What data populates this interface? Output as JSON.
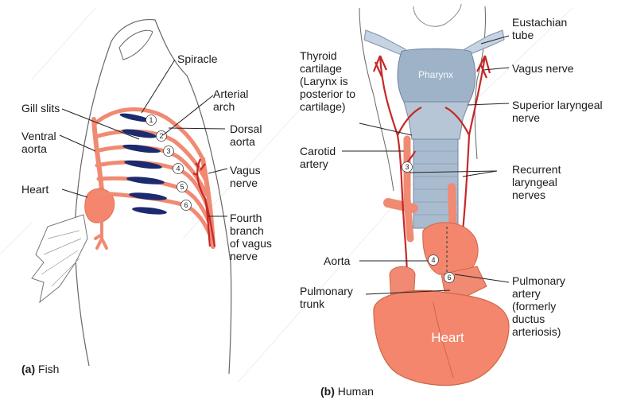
{
  "fish": {
    "caption_letter": "(a)",
    "caption_text": "Fish",
    "labels": {
      "spiracle": "Spiracle",
      "arterial_arch": "Arterial\narch",
      "gill_slits": "Gill slits",
      "ventral_aorta": "Ventral\naorta",
      "dorsal_aorta": "Dorsal\naorta",
      "vagus_nerve": "Vagus\nnerve",
      "heart": "Heart",
      "fourth_branch": "Fourth\nbranch\nof vagus\nnerve"
    },
    "arch_numbers": [
      "1",
      "2",
      "3",
      "4",
      "5",
      "6"
    ]
  },
  "human": {
    "caption_letter": "(b)",
    "caption_text": "Human",
    "labels": {
      "eustachian_tube": "Eustachian\ntube",
      "vagus_nerve": "Vagus nerve",
      "superior_laryngeal": "Superior laryngeal\nnerve",
      "thyroid_cartilage": "Thyroid\ncartilage\n(Larynx is\nposterior to\ncartilage)",
      "carotid_artery": "Carotid\nartery",
      "recurrent_laryngeal": "Recurrent\nlaryngeal\nnerves",
      "aorta": "Aorta",
      "pulmonary_trunk": "Pulmonary\ntrunk",
      "pulmonary_artery": "Pulmonary\nartery\n(formerly\nductus\narteriosis)",
      "pharynx": "Pharynx",
      "heart": "Heart"
    },
    "arch_numbers": [
      "3",
      "4",
      "6"
    ]
  },
  "colors": {
    "artery": "#f08a72",
    "artery_dark": "#c83a2a",
    "nerve": "#c62828",
    "gill_slit": "#1c2a6e",
    "pharynx": "#9fb3c8",
    "heart": "#f3866c",
    "outline": "#555555"
  }
}
